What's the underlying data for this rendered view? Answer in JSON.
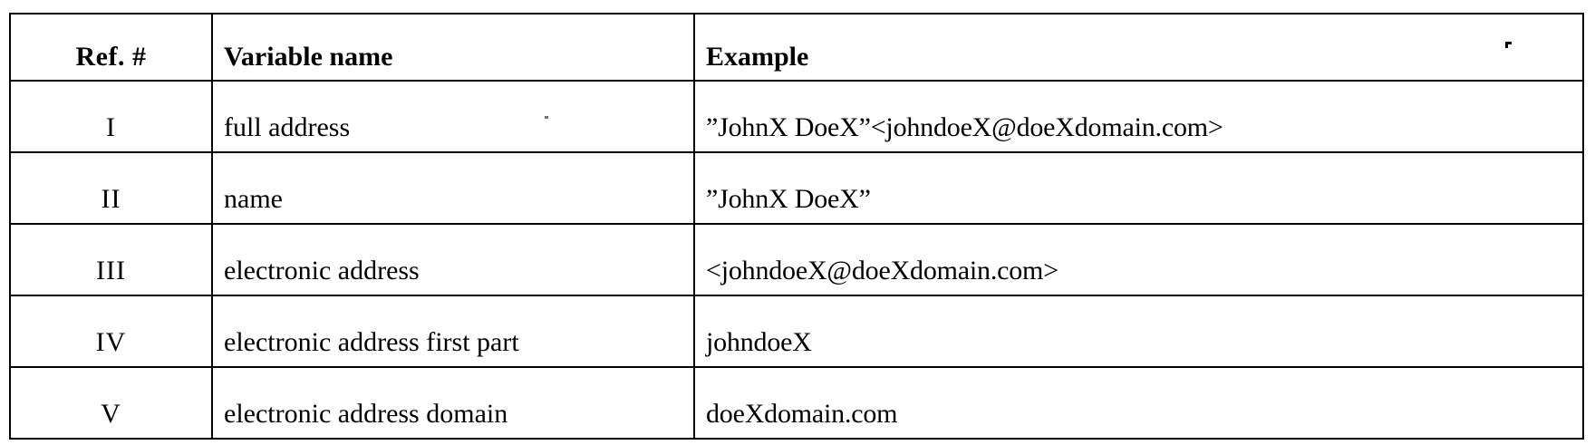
{
  "table": {
    "columns": [
      {
        "key": "ref",
        "label": "Ref. #"
      },
      {
        "key": "varname",
        "label": "Variable name"
      },
      {
        "key": "example",
        "label": "Example"
      }
    ],
    "rows": [
      {
        "ref": "I",
        "varname": "full address",
        "example": "”JohnX DoeX”<johndoeX@doeXdomain.com>"
      },
      {
        "ref": "II",
        "varname": "name",
        "example": "”JohnX DoeX”"
      },
      {
        "ref": "III",
        "varname": "electronic address",
        "example": "<johndoeX@doeXdomain.com>"
      },
      {
        "ref": "IV",
        "varname": "electronic address first part",
        "example": "johndoeX"
      },
      {
        "ref": "V",
        "varname": "electronic address domain",
        "example": "doeXdomain.com"
      }
    ]
  },
  "colors": {
    "ink": "#000000",
    "paper": "#ffffff"
  }
}
